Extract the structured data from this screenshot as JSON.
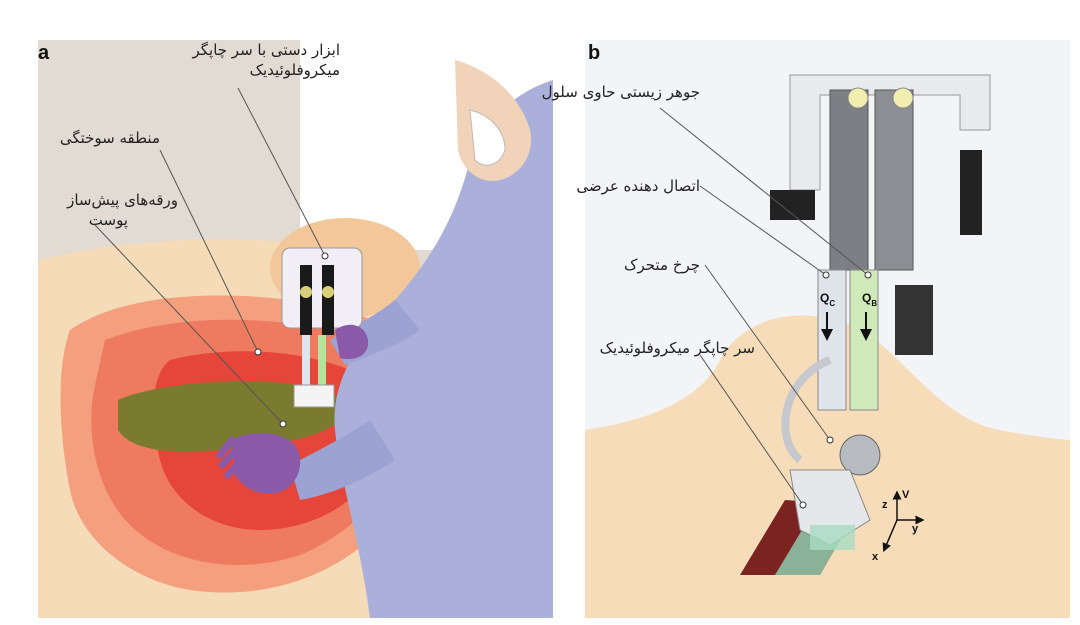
{
  "panel_a": {
    "letter": "a",
    "labels": {
      "handheld_tool_line1": "ابزار دستی با سر چاپگر",
      "handheld_tool_line2": "میکروفلوئیدیک",
      "burn_area": "منطقه سوختگی",
      "skin_precursor_line1": "ورقه‌های پیش‌ساز",
      "skin_precursor_line2": "پوست"
    }
  },
  "panel_b": {
    "letter": "b",
    "labels": {
      "bioink": "جوهر زیستی حاوی سلول",
      "crosslinker": "اتصال دهنده عرضی",
      "roller": "چرخ متحرک",
      "printhead": "سر چاپگر میکروفلوئیدیک"
    },
    "flow_labels": {
      "qc": "Q",
      "qc_sub": "C",
      "qb": "Q",
      "qb_sub": "B"
    },
    "axes": {
      "z": "z",
      "v": "V",
      "y": "y",
      "x": "x"
    }
  },
  "colors": {
    "burn_outer": "#f4a07e",
    "burn_mid": "#ee7a5e",
    "burn_core": "#e8483a",
    "sheet": "#7a7a2e",
    "glove": "#8a5aa8",
    "gown": "#aab0d8",
    "skin": "#f6dcb8",
    "background_a": "#e3dcd6",
    "background_b": "#eef0f6"
  }
}
